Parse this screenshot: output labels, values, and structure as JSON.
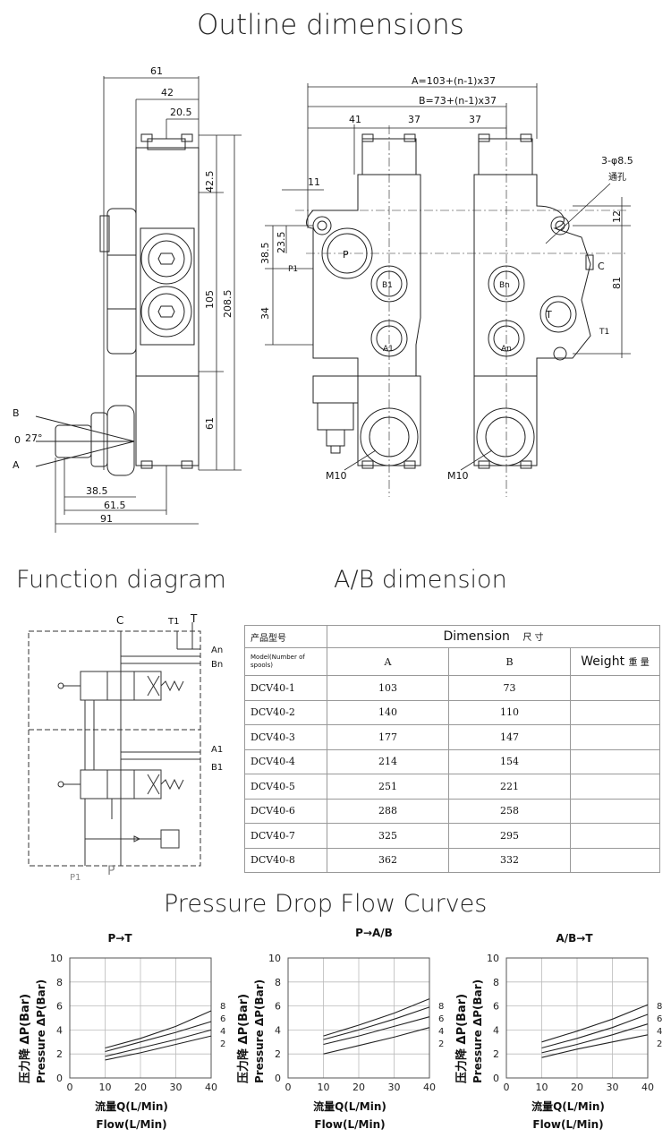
{
  "headings": {
    "outline": "Outline dimensions",
    "function": "Function diagram",
    "ab": "A/B dimension",
    "pressure": "Pressure Drop Flow Curves"
  },
  "outline": {
    "side_dims": [
      "61",
      "42",
      "20.5",
      "42.5",
      "105",
      "208.5",
      "61",
      "38.5",
      "61.5",
      "91"
    ],
    "lever": {
      "b": "B",
      "o": "0",
      "a": "A",
      "angle": "27°"
    },
    "front_dims": {
      "a_formula": "A=103+(n-1)x37",
      "b_formula": "B=73+(n-1)x37",
      "d41": "41",
      "d37a": "37",
      "d37b": "37",
      "d11": "11",
      "d38_5": "38.5",
      "d23_5": "23.5",
      "d34": "34",
      "d12": "12",
      "d81": "81",
      "hole": "3-φ8.5",
      "hole_cn": "通孔"
    },
    "ports": {
      "p": "P",
      "p1": "P1",
      "b1": "B1",
      "a1": "A1",
      "bn": "Bn",
      "an": "An",
      "t": "T",
      "t1": "T1",
      "c": "C"
    },
    "thread_left": "M10",
    "thread_right": "M10"
  },
  "function_diagram": {
    "labels": {
      "c": "C",
      "t1": "T1",
      "t": "T",
      "an": "An",
      "bn": "Bn",
      "a1": "A1",
      "b1": "B1",
      "p1": "P1",
      "p": "P"
    }
  },
  "ab_table": {
    "header_model": "产品型号",
    "header_model_sub": "Model(Number of spools)",
    "header_dimension": "Dimension",
    "header_dimension_cn": "尺 寸",
    "header_a": "A",
    "header_b": "B",
    "header_weight": "Weight",
    "header_weight_cn": "重 量",
    "rows": [
      {
        "model": "DCV40-1",
        "a": "103",
        "b": "73"
      },
      {
        "model": "DCV40-2",
        "a": "140",
        "b": "110"
      },
      {
        "model": "DCV40-3",
        "a": "177",
        "b": "147"
      },
      {
        "model": "DCV40-4",
        "a": "214",
        "b": "154"
      },
      {
        "model": "DCV40-5",
        "a": "251",
        "b": "221"
      },
      {
        "model": "DCV40-6",
        "a": "288",
        "b": "258"
      },
      {
        "model": "DCV40-7",
        "a": "325",
        "b": "295"
      },
      {
        "model": "DCV40-8",
        "a": "362",
        "b": "332"
      }
    ]
  },
  "chart_data": [
    {
      "type": "line",
      "title": "P→T",
      "ylabel": "压力降 ΔP(Bar)",
      "ylabel2": "Pressure ΔP(Bar)",
      "xlabel": "流量Q(L/Min)",
      "xlabel2": "Flow(L/Min)",
      "xlim": [
        0,
        40
      ],
      "ylim": [
        0,
        10
      ],
      "xticks": [
        "0",
        "10",
        "20",
        "30",
        "40"
      ],
      "yticks": [
        "0",
        "2",
        "4",
        "6",
        "8",
        "10"
      ],
      "grid": true,
      "series": [
        {
          "name": "8",
          "x": [
            10,
            20,
            30,
            40
          ],
          "y": [
            2.5,
            3.3,
            4.3,
            5.6
          ]
        },
        {
          "name": "6",
          "x": [
            10,
            20,
            30,
            40
          ],
          "y": [
            2.2,
            3.0,
            3.8,
            4.7
          ]
        },
        {
          "name": "4",
          "x": [
            10,
            20,
            30,
            40
          ],
          "y": [
            1.8,
            2.5,
            3.2,
            4.0
          ]
        },
        {
          "name": "2",
          "x": [
            10,
            20,
            30,
            40
          ],
          "y": [
            1.5,
            2.1,
            2.8,
            3.5
          ]
        }
      ]
    },
    {
      "type": "line",
      "title": "P→A/B",
      "ylabel": "压力降 ΔP(Bar)",
      "ylabel2": "Pressure ΔP(Bar)",
      "xlabel": "流量Q(L/Min)",
      "xlabel2": "Flow(L/Min)",
      "xlim": [
        0,
        40
      ],
      "ylim": [
        0,
        10
      ],
      "xticks": [
        "0",
        "10",
        "20",
        "30",
        "40"
      ],
      "yticks": [
        "0",
        "2",
        "4",
        "6",
        "8",
        "10"
      ],
      "grid": true,
      "series": [
        {
          "name": "8",
          "x": [
            10,
            20,
            30,
            40
          ],
          "y": [
            3.5,
            4.4,
            5.4,
            6.6
          ]
        },
        {
          "name": "6",
          "x": [
            10,
            20,
            30,
            40
          ],
          "y": [
            3.2,
            4.0,
            4.9,
            5.9
          ]
        },
        {
          "name": "4",
          "x": [
            10,
            20,
            30,
            40
          ],
          "y": [
            2.8,
            3.5,
            4.3,
            5.1
          ]
        },
        {
          "name": "2",
          "x": [
            10,
            20,
            30,
            40
          ],
          "y": [
            2.0,
            2.7,
            3.4,
            4.2
          ]
        }
      ]
    },
    {
      "type": "line",
      "title": "A/B→T",
      "ylabel": "压力降 ΔP(Bar)",
      "ylabel2": "Pressure ΔP(Bar)",
      "xlabel": "流量Q(L/Min)",
      "xlabel2": "Flow(L/Min)",
      "xlim": [
        0,
        40
      ],
      "ylim": [
        0,
        10
      ],
      "xticks": [
        "0",
        "10",
        "20",
        "30",
        "40"
      ],
      "yticks": [
        "0",
        "2",
        "4",
        "6",
        "8",
        "10"
      ],
      "grid": true,
      "series": [
        {
          "name": "8",
          "x": [
            10,
            20,
            30,
            40
          ],
          "y": [
            3.0,
            3.9,
            4.9,
            6.1
          ]
        },
        {
          "name": "6",
          "x": [
            10,
            20,
            30,
            40
          ],
          "y": [
            2.5,
            3.3,
            4.2,
            5.3
          ]
        },
        {
          "name": "4",
          "x": [
            10,
            20,
            30,
            40
          ],
          "y": [
            2.1,
            2.8,
            3.6,
            4.5
          ]
        },
        {
          "name": "2",
          "x": [
            10,
            20,
            30,
            40
          ],
          "y": [
            1.7,
            2.4,
            3.0,
            3.6
          ]
        }
      ]
    }
  ]
}
